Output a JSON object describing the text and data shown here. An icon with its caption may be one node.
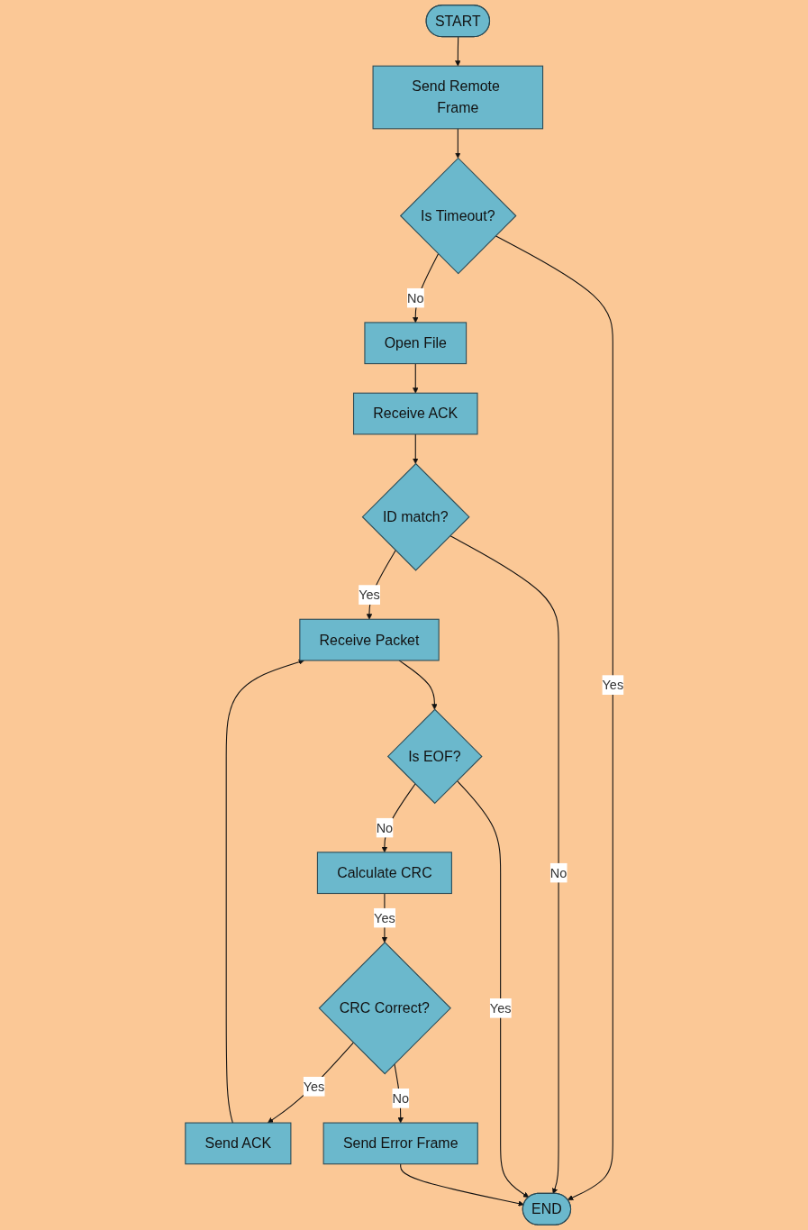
{
  "diagram": {
    "nodes": [
      {
        "text": [
          "START"
        ]
      },
      {
        "text": [
          "Send Remote Frame"
        ]
      },
      {
        "text": [
          "Is Timeout?"
        ]
      },
      {
        "text": [
          "Open File"
        ]
      },
      {
        "text": [
          "Receive ACK"
        ]
      },
      {
        "text": [
          "END"
        ]
      },
      {
        "text": [
          "ID match?"
        ]
      },
      {
        "text": [
          "Receive Packet"
        ]
      },
      {
        "text": [
          "Is EOF?"
        ]
      },
      {
        "text": [
          "Send ACK"
        ]
      },
      {
        "text": [
          "Calculate CRC"
        ]
      },
      {
        "text": [
          "CRC Correct?"
        ]
      },
      {
        "text": [
          "Send Error Frame"
        ]
      }
    ],
    "edges": [
      {
        "from": 0,
        "to": 1,
        "arrow": "to"
      },
      {
        "from": 1,
        "to": 2,
        "arrow": "to"
      },
      {
        "from": 2,
        "to": 3,
        "arrow": "to",
        "label": "No"
      },
      {
        "from": 2,
        "to": 5,
        "arrow": "to",
        "label": "Yes"
      },
      {
        "from": 3,
        "to": 4,
        "arrow": "to"
      },
      {
        "from": 4,
        "to": 6,
        "arrow": "to"
      },
      {
        "from": 6,
        "to": 5,
        "arrow": "to",
        "label": "No"
      },
      {
        "from": 6,
        "to": 7,
        "arrow": "to",
        "label": "Yes"
      },
      {
        "from": 7,
        "to": 8,
        "arrow": "to"
      },
      {
        "from": 8,
        "to": 5,
        "arrow": "to",
        "label": "Yes"
      },
      {
        "from": 8,
        "to": 10,
        "arrow": "to",
        "label": "No"
      },
      {
        "from": 10,
        "to": 11,
        "arrow": "to",
        "label": "Yes"
      },
      {
        "from": 11,
        "to": 9,
        "arrow": "to",
        "label": "Yes"
      },
      {
        "from": 11,
        "to": 12,
        "arrow": "to",
        "label": "No"
      },
      {
        "from": 9,
        "to": 7,
        "arrow": "to"
      },
      {
        "from": 12,
        "to": 5,
        "arrow": "to"
      }
    ]
  }
}
